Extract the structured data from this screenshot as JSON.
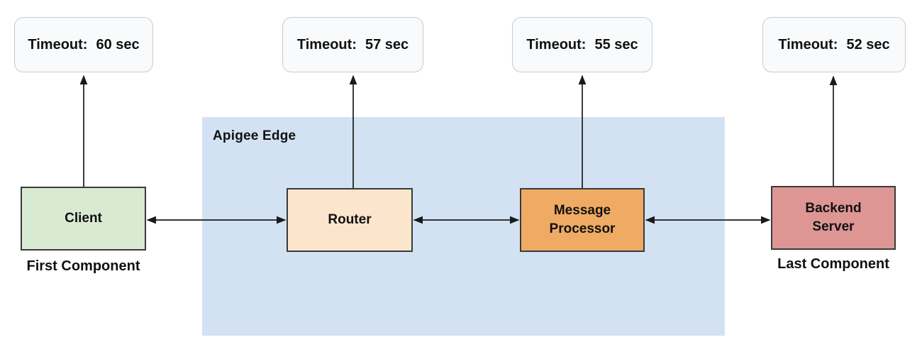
{
  "diagram": {
    "title_region": {
      "label": "Apigee Edge"
    },
    "timeouts": [
      {
        "label": "Timeout:",
        "value": "60 sec"
      },
      {
        "label": "Timeout:",
        "value": "57 sec"
      },
      {
        "label": "Timeout:",
        "value": "55 sec"
      },
      {
        "label": "Timeout:",
        "value": "52 sec"
      }
    ],
    "nodes": [
      {
        "id": "client",
        "label": "Client",
        "caption": "First Component",
        "fill": "#d9ead3"
      },
      {
        "id": "router",
        "label": "Router",
        "caption": "",
        "fill": "#fce5cd"
      },
      {
        "id": "message-processor",
        "label": "Message Processor",
        "caption": "",
        "fill": "#efab64"
      },
      {
        "id": "backend-server",
        "label": "Backend Server",
        "caption": "Last Component",
        "fill": "#dd9694"
      }
    ],
    "colors": {
      "region_fill": "#d3e2f3",
      "timeout_fill": "#f8fafc",
      "timeout_border": "#c6ccd3",
      "node_border": "#3a3a3a",
      "arrow": "#1a1a1a"
    },
    "connections": [
      {
        "from": "client",
        "to": "router",
        "type": "bidirectional"
      },
      {
        "from": "router",
        "to": "message-processor",
        "type": "bidirectional"
      },
      {
        "from": "message-processor",
        "to": "backend-server",
        "type": "bidirectional"
      },
      {
        "from": "client",
        "to": "timeout-60",
        "type": "up-arrow"
      },
      {
        "from": "router",
        "to": "timeout-57",
        "type": "up-arrow"
      },
      {
        "from": "message-processor",
        "to": "timeout-55",
        "type": "up-arrow"
      },
      {
        "from": "backend-server",
        "to": "timeout-52",
        "type": "up-arrow"
      }
    ]
  }
}
